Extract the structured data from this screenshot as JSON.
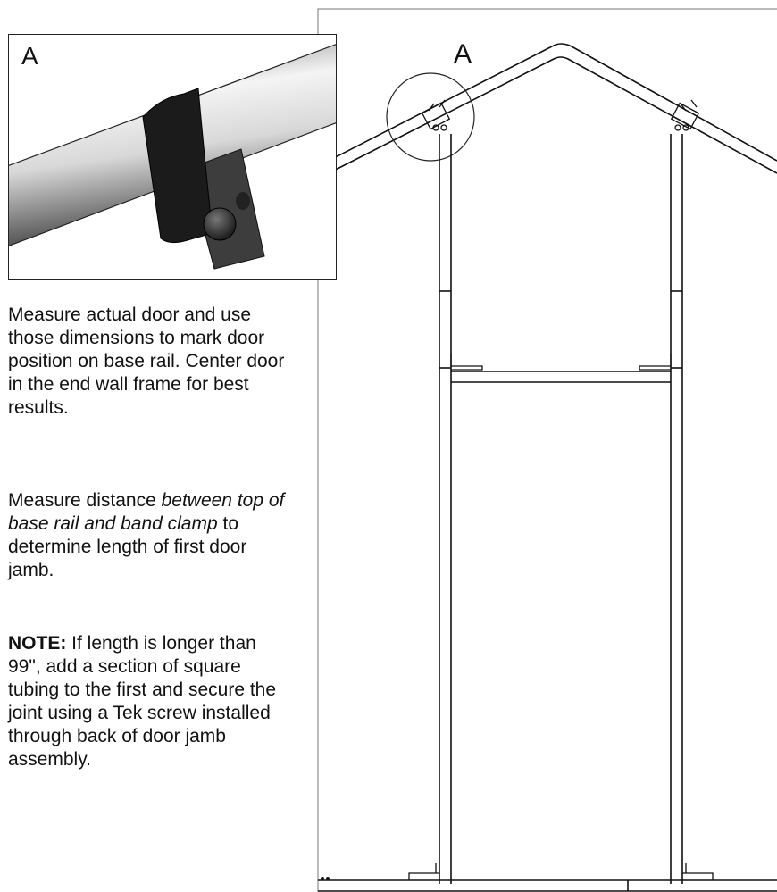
{
  "detail": {
    "label": "A"
  },
  "frame": {
    "label": "A"
  },
  "instructions": {
    "p1": "Measure actual door and use those dimensions to mark door position on base rail. Center door in the end wall frame for best results.",
    "p2_start": "Measure distance ",
    "p2_italic": "between top of base rail and band clamp",
    "p2_end": " to determine length of first door jamb.",
    "p3_bold": "NOTE:",
    "p3_rest": " If length is longer than 99\", add a section of square tubing to the first and secure the joint using a Tek screw installed through back of door jamb assembly."
  }
}
